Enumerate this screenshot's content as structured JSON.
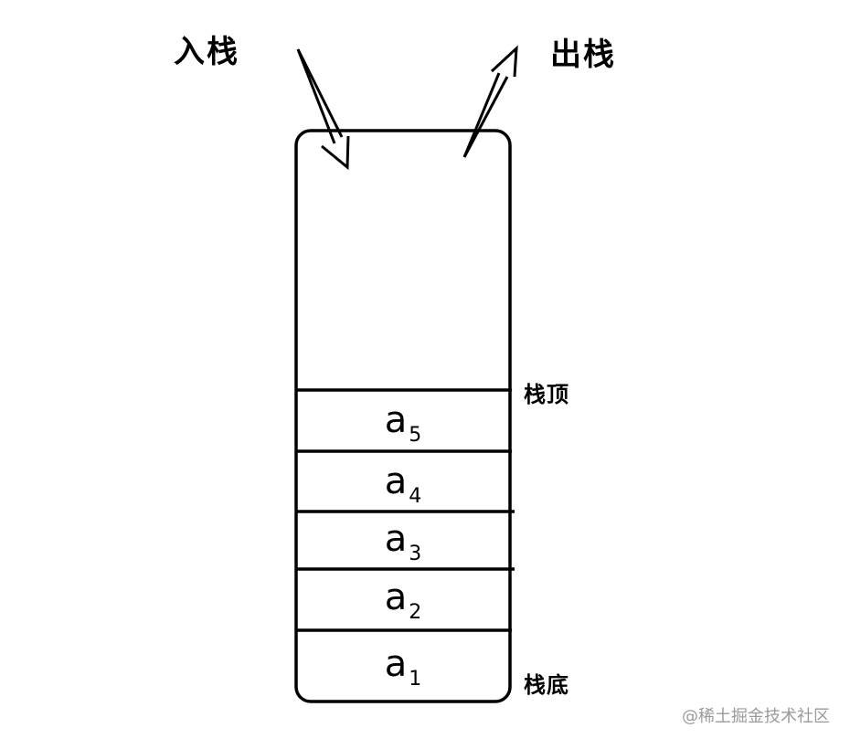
{
  "labels": {
    "push": "入栈",
    "pop": "出栈",
    "top": "栈顶",
    "bottom": "栈底"
  },
  "stack": {
    "cells": [
      {
        "main": "a",
        "sub": "5"
      },
      {
        "main": "a",
        "sub": "4"
      },
      {
        "main": "a",
        "sub": "3"
      },
      {
        "main": "a",
        "sub": "2"
      },
      {
        "main": "a",
        "sub": "1"
      }
    ]
  },
  "watermark": "@稀土掘金技术社区",
  "colors": {
    "stroke": "#000000",
    "watermark": "#9a9a9a"
  }
}
